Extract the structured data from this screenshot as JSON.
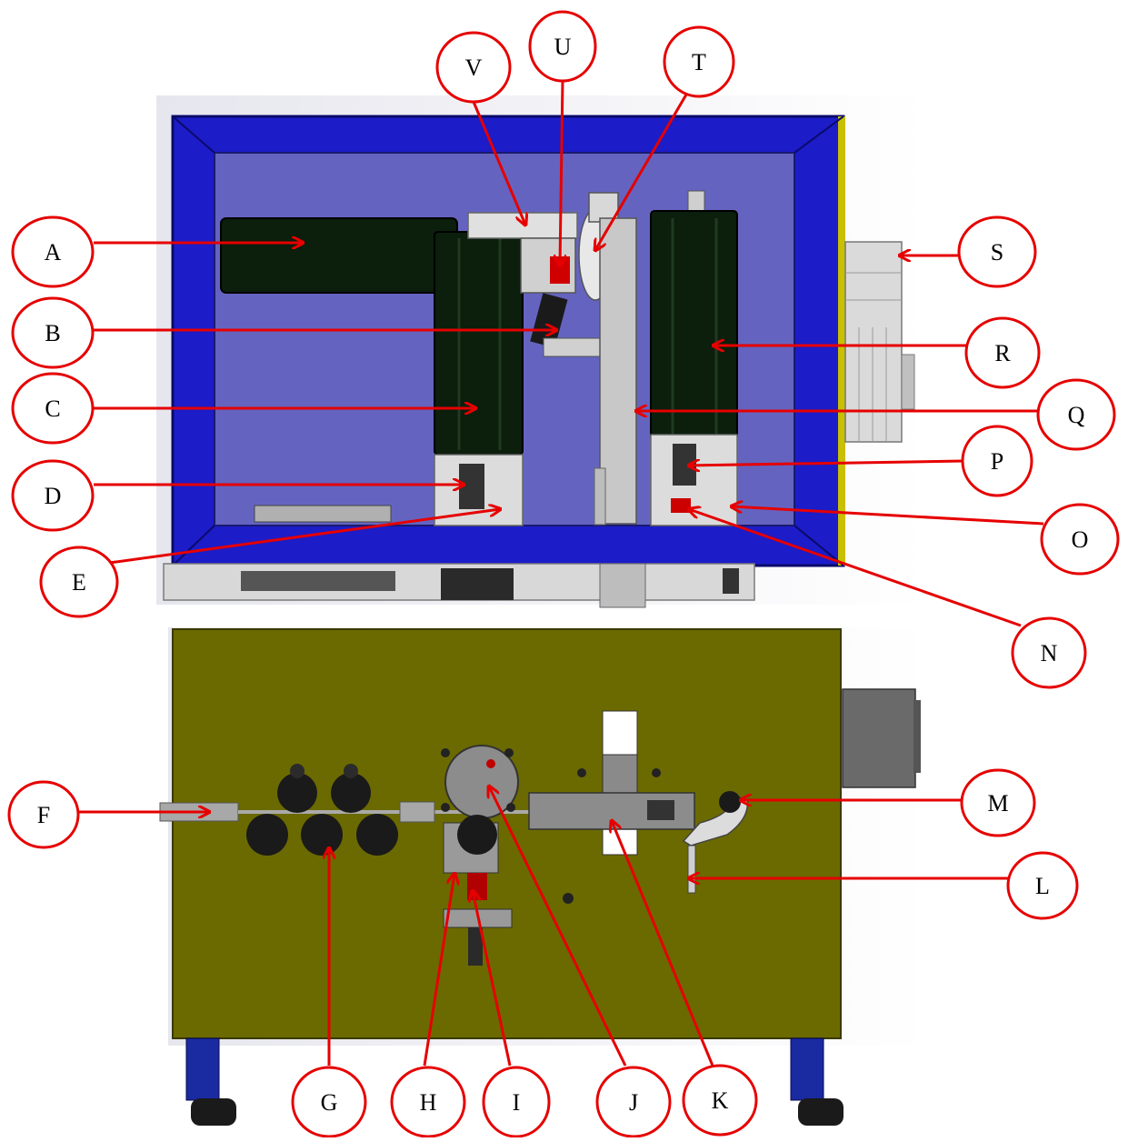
{
  "callouts": [
    {
      "id": "A",
      "label": "A"
    },
    {
      "id": "B",
      "label": "B"
    },
    {
      "id": "C",
      "label": "C"
    },
    {
      "id": "D",
      "label": "D"
    },
    {
      "id": "E",
      "label": "E"
    },
    {
      "id": "F",
      "label": "F"
    },
    {
      "id": "G",
      "label": "G"
    },
    {
      "id": "H",
      "label": "H"
    },
    {
      "id": "I",
      "label": "I"
    },
    {
      "id": "J",
      "label": "J"
    },
    {
      "id": "K",
      "label": "K"
    },
    {
      "id": "L",
      "label": "L"
    },
    {
      "id": "M",
      "label": "M"
    },
    {
      "id": "N",
      "label": "N"
    },
    {
      "id": "O",
      "label": "O"
    },
    {
      "id": "P",
      "label": "P"
    },
    {
      "id": "Q",
      "label": "Q"
    },
    {
      "id": "R",
      "label": "R"
    },
    {
      "id": "S",
      "label": "S"
    },
    {
      "id": "T",
      "label": "T"
    },
    {
      "id": "U",
      "label": "U"
    },
    {
      "id": "V",
      "label": "V"
    }
  ],
  "colors": {
    "callout": "#e60000",
    "frame_blue": "#1c1cc8",
    "panel_violet": "#6464c0",
    "plate_olive": "#6b6a00",
    "motor_dark": "#0c1e0c",
    "steel": "#c8c8c8",
    "roller": "#1a1a1a"
  }
}
